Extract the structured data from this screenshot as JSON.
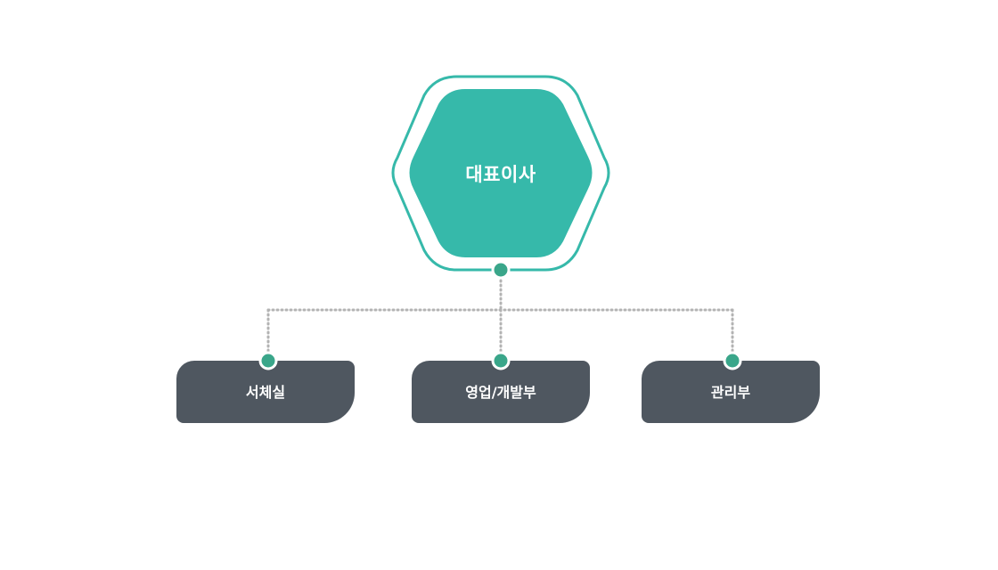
{
  "org_chart": {
    "root": {
      "label": "대표이사"
    },
    "departments": [
      {
        "label": "서체실"
      },
      {
        "label": "영업/개발부"
      },
      {
        "label": "관리부"
      }
    ]
  },
  "colors": {
    "primary_teal": "#36b9aa",
    "node_dot": "#3aa68a",
    "department_fill": "#4f5760",
    "connector_line": "#b3b3b3",
    "text_light": "#ffffff"
  }
}
